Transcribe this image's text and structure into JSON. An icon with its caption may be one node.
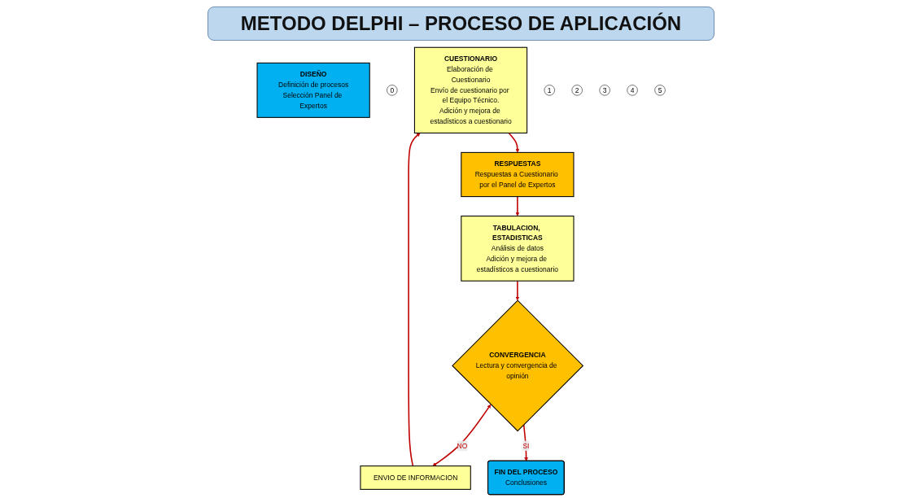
{
  "diagram": {
    "title": "METODO DELPHI – PROCESO DE APLICACIÓN",
    "nodes": [
      {
        "text": [
          "DISEÑO",
          "Definición de procesos",
          "Selección Panel de Expertos"
        ]
      },
      {
        "text": [
          "0"
        ]
      },
      {
        "text": [
          "CUESTIONARIO",
          "Elaboración de Cuestionario",
          "Envío de cuestionario por el Equipo Técnico.",
          "Adición y mejora de estadísticos a cuestionario"
        ]
      },
      {
        "text": [
          "1"
        ]
      },
      {
        "text": [
          "RESPUESTAS",
          "Respuestas a Cuestionario por el Panel de Expertos"
        ]
      },
      {
        "text": [
          "ENVIO DE INFORMACION"
        ]
      },
      {
        "text": [
          "2"
        ]
      },
      {
        "text": [
          "TABULACION, ESTADISTICAS",
          "Análisis de datos",
          "Adición y mejora de estadísticos a cuestionario"
        ]
      },
      {
        "text": [
          "CONVERGENCIA",
          "Lectura y convergencia de opinión"
        ]
      },
      {
        "text": [
          "FIN DEL PROCESO",
          "Conclusiones"
        ]
      },
      {
        "text": [
          "3"
        ]
      },
      {
        "text": [
          "4"
        ]
      },
      {
        "text": [
          "5"
        ]
      }
    ],
    "edges": [
      {
        "from": 2,
        "to": 4,
        "arrow": "to"
      },
      {
        "from": 4,
        "to": 7,
        "arrow": "to"
      },
      {
        "from": 7,
        "to": 8,
        "arrow": "to"
      },
      {
        "from": 8,
        "to": 5,
        "label": "NO",
        "arrow": "both"
      },
      {
        "from": 5,
        "to": 2,
        "arrow": "to"
      },
      {
        "from": 8,
        "to": 9,
        "label": "SI",
        "arrow": "to"
      }
    ]
  }
}
